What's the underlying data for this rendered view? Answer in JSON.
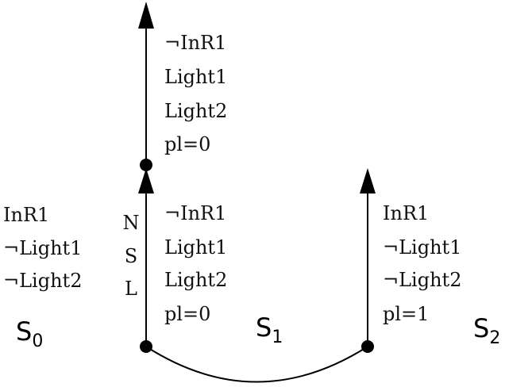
{
  "states": [
    {
      "name": "S",
      "sub": "0"
    },
    {
      "name": "S",
      "sub": "1"
    },
    {
      "name": "S",
      "sub": "2"
    }
  ],
  "action_label": [
    "N",
    "S",
    "L"
  ],
  "s0_props": [
    "InR1",
    "¬Light1",
    "¬Light2"
  ],
  "s1_props": [
    "¬InR1",
    "Light1",
    "Light2",
    "pl=0"
  ],
  "s1_top_props": [
    "¬InR1",
    "Light1",
    "Light2",
    "pl=0"
  ],
  "s2_props": [
    "InR1",
    "¬Light1",
    "¬Light2",
    "pl=1"
  ],
  "colors": {
    "ink": "#000000"
  }
}
